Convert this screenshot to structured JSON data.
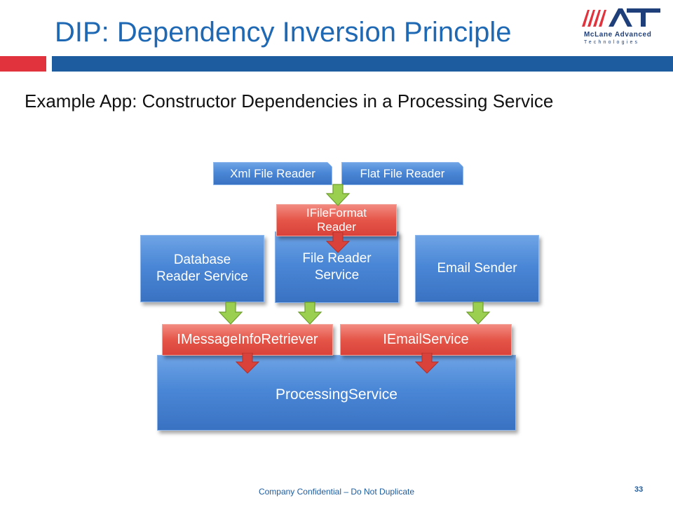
{
  "slide": {
    "title": "DIP: Dependency Inversion Principle",
    "subtitle": "Example App: Constructor Dependencies in a Processing Service"
  },
  "logo": {
    "line1": "McLane Advanced",
    "line2": "Technologies"
  },
  "diagram": {
    "xml_file_reader": "Xml File Reader",
    "flat_file_reader": "Flat File Reader",
    "ifileformat_reader": "IFileFormat Reader",
    "database_reader_service": "Database Reader Service",
    "file_reader_service": "File Reader Service",
    "email_sender": "Email Sender",
    "imessageinforetriever": "IMessageInfoRetriever",
    "iemailservice": "IEmailService",
    "processing_service": "ProcessingService"
  },
  "colors": {
    "title_blue": "#1f69b4",
    "bar_red": "#e0333e",
    "bar_blue": "#1d5c9e",
    "box_blue": "#4a87d6",
    "box_red": "#e55548",
    "arrow_green": "#9bcf4f",
    "arrow_red": "#d9423a"
  },
  "footer": {
    "confidential": "Company Confidential – Do Not Duplicate",
    "page_number": "33"
  }
}
